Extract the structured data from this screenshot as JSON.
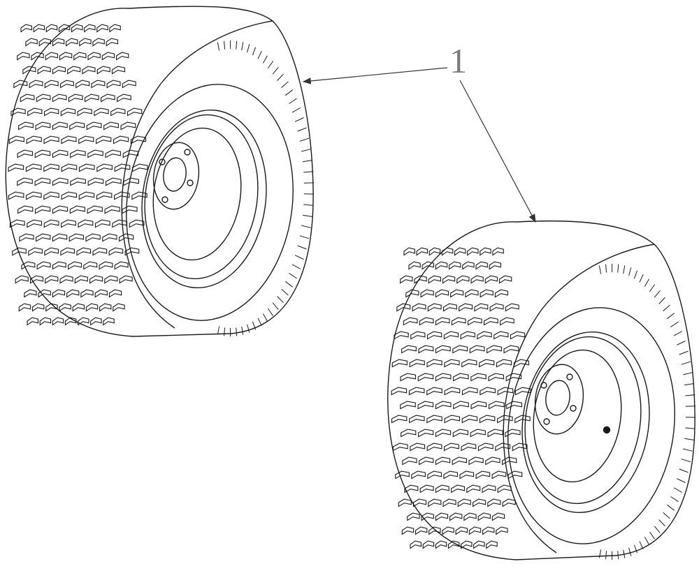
{
  "figure": {
    "callout_label": "1",
    "parts": [
      {
        "id": "wheel-upper-left",
        "callout": "1",
        "icon": "tire-wheel-icon"
      },
      {
        "id": "wheel-lower-right",
        "callout": "1",
        "icon": "tire-wheel-icon"
      }
    ],
    "colors": {
      "line": "#1a1a1a",
      "leader": "#444444",
      "label": "#7a7a7a",
      "background": "#ffffff"
    }
  }
}
